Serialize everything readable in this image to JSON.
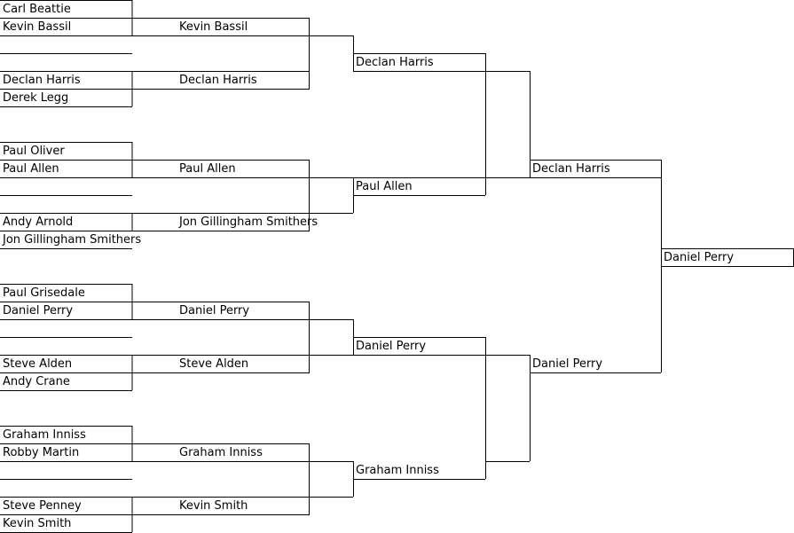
{
  "bracket": {
    "colors": {
      "line": "#000000",
      "text": "#000000",
      "background": "#ffffff"
    },
    "round1": [
      "Carl Beattie",
      "Kevin Bassil",
      "Declan Harris",
      "Derek Legg",
      "Paul Oliver",
      "Paul Allen",
      "Andy Arnold",
      "Jon Gillingham Smithers",
      "Paul Grisedale",
      "Daniel Perry",
      "Steve Alden",
      "Andy Crane",
      "Graham Inniss",
      "Robby Martin",
      "Steve Penney",
      "Kevin Smith"
    ],
    "round2": [
      "Kevin Bassil",
      "Declan Harris",
      "Paul Allen",
      "Jon Gillingham Smithers",
      "Daniel Perry",
      "Steve Alden",
      "Graham Inniss",
      "Kevin Smith"
    ],
    "round3": [
      "Declan Harris",
      "Paul Allen",
      "Daniel Perry",
      "Graham Inniss"
    ],
    "round4": [
      "Declan Harris",
      "Daniel Perry"
    ],
    "champion": "Daniel Perry"
  }
}
